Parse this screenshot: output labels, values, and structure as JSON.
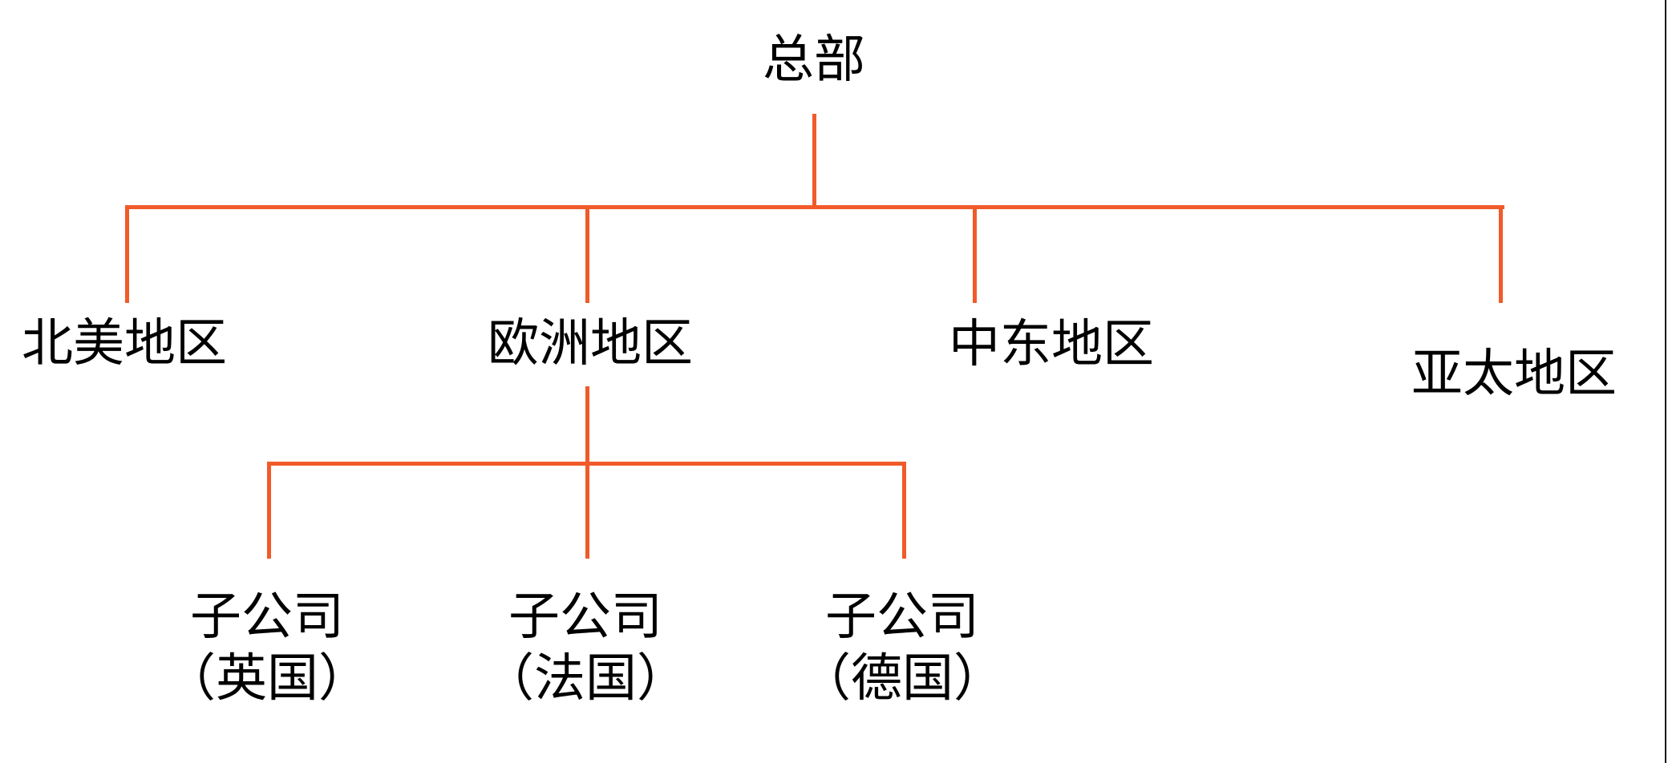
{
  "diagram": {
    "type": "organization-tree",
    "root": {
      "label": "总部"
    },
    "regions": [
      {
        "label": "北美地区"
      },
      {
        "label": "欧洲地区",
        "children": [
          {
            "label": "子公司",
            "sublabel": "（英国）"
          },
          {
            "label": "子公司",
            "sublabel": "（法国）"
          },
          {
            "label": "子公司",
            "sublabel": "（德国）"
          }
        ]
      },
      {
        "label": "中东地区"
      },
      {
        "label": "亚太地区"
      }
    ],
    "colors": {
      "connector": "#F15A29",
      "text": "#000000",
      "background": "#FFFFFF",
      "edge_border": "#1A1A1A"
    }
  }
}
